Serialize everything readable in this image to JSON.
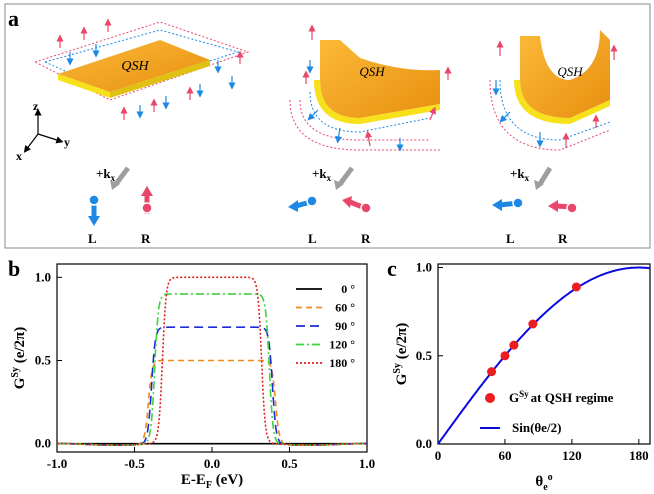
{
  "panels": {
    "a": {
      "letter": "a",
      "qsh_label": "QSH",
      "axis_labels": {
        "z": "z",
        "y": "y",
        "x": "x"
      },
      "columns": [
        {
          "kx": "+k",
          "kx_sub": "x",
          "left": "L",
          "right": "R"
        },
        {
          "kx": "+k",
          "kx_sub": "x",
          "left": "L",
          "right": "R"
        },
        {
          "kx": "+k",
          "kx_sub": "x",
          "left": "L",
          "right": "R"
        }
      ],
      "colors": {
        "slab": "#f5a623",
        "slab_side": "#f7e11b",
        "spin_left": "#1e88e5",
        "spin_right": "#e8476b",
        "kx_arrow": "#9e9e9e"
      }
    },
    "b": {
      "letter": "b"
    },
    "c": {
      "letter": "c"
    }
  },
  "chart_data": [
    {
      "id": "b",
      "type": "line",
      "xlabel": "E-E",
      "xlabel_sub": "F",
      "xlabel_unit": " (eV)",
      "ylabel": "G",
      "ylabel_sup": "Sy",
      "ylabel_unit": " (e/2π)",
      "xlim": [
        -1.0,
        1.0
      ],
      "ylim": [
        -0.05,
        1.08
      ],
      "xticks": [
        -1.0,
        -0.5,
        0.0,
        0.5,
        1.0
      ],
      "xtick_labels": [
        "-1.0",
        "-0.5",
        "0.0",
        "0.5",
        "1.0"
      ],
      "yticks": [
        0.0,
        0.5,
        1.0
      ],
      "ytick_labels": [
        "0.0",
        "0.5",
        "1.0"
      ],
      "legend_position": "right",
      "series": [
        {
          "name": "0 °",
          "color": "#000000",
          "dash": "",
          "plateau": 0.0,
          "xl": -0.42,
          "xr": 0.42
        },
        {
          "name": "60 °",
          "color": "#f08c1a",
          "dash": "6 4",
          "plateau": 0.5,
          "xl": -0.41,
          "xr": 0.41
        },
        {
          "name": "90 °",
          "color": "#1f2bd6",
          "dash": "9 5",
          "plateau": 0.7,
          "xl": -0.39,
          "xr": 0.39
        },
        {
          "name": "120 °",
          "color": "#3cd43c",
          "dash": "8 3 2 3",
          "plateau": 0.9,
          "xl": -0.37,
          "xr": 0.37
        },
        {
          "name": "180 °",
          "color": "#e02020",
          "dash": "2 2",
          "plateau": 1.0,
          "xl": -0.32,
          "xr": 0.32
        }
      ]
    },
    {
      "id": "c",
      "type": "scatter",
      "xlabel": "θ",
      "xlabel_sub": "e",
      "xlabel_sup": "o",
      "ylabel": "G",
      "ylabel_sup": "Sy",
      "ylabel_unit": " (e/2π)",
      "xlim": [
        0,
        190
      ],
      "ylim": [
        0,
        1.02
      ],
      "xticks": [
        0,
        60,
        120,
        180
      ],
      "xtick_labels": [
        "0",
        "60",
        "120",
        "180"
      ],
      "yticks": [
        0.0,
        0.5,
        1.0
      ],
      "ytick_labels": [
        "0.0",
        "0.5",
        "1.0"
      ],
      "points": [
        {
          "x": 48,
          "y": 0.41
        },
        {
          "x": 60,
          "y": 0.5
        },
        {
          "x": 68,
          "y": 0.56
        },
        {
          "x": 85,
          "y": 0.68
        },
        {
          "x": 124,
          "y": 0.89
        }
      ],
      "point_color": "#ee1c1c",
      "curve_color": "#0a0ae0",
      "legend": {
        "scatter_label": "G",
        "scatter_sup": "Sy",
        "scatter_rest": "at QSH regime",
        "curve_label": "Sin(θe/2)"
      }
    }
  ]
}
